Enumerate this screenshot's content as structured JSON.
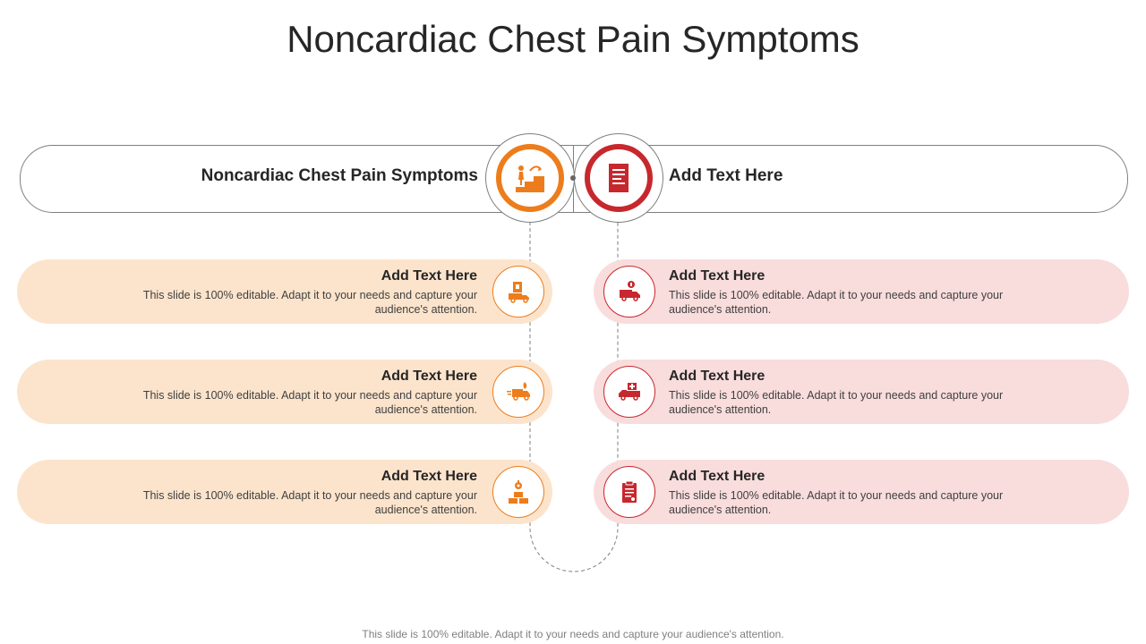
{
  "title": "Noncardiac Chest Pain Symptoms",
  "header": {
    "left_label": "Noncardiac Chest Pain Symptoms",
    "right_label": "Add Text Here",
    "left_icon": "stairs-progress-icon",
    "right_icon": "document-icon"
  },
  "left_items": [
    {
      "title": "Add Text Here",
      "desc": "This slide is 100% editable. Adapt it to your needs and capture your audience's attention.",
      "icon": "delivery-truck-box-icon"
    },
    {
      "title": "Add Text Here",
      "desc": "This slide is 100% editable. Adapt it to your needs and capture your audience's attention.",
      "icon": "fast-delivery-icon"
    },
    {
      "title": "Add Text Here",
      "desc": "This slide is 100% editable. Adapt it to your needs and capture your audience's attention.",
      "icon": "boxes-gear-icon"
    }
  ],
  "right_items": [
    {
      "title": "Add Text Here",
      "desc": "This slide is 100% editable. Adapt it to your needs and capture your audience's attention.",
      "icon": "money-truck-icon"
    },
    {
      "title": "Add Text Here",
      "desc": "This slide is 100% editable. Adapt it to your needs and capture your audience's attention.",
      "icon": "medical-truck-icon"
    },
    {
      "title": "Add Text Here",
      "desc": "This slide is 100% editable. Adapt it to your needs and capture your audience's attention.",
      "icon": "clipboard-checklist-icon"
    }
  ],
  "footer": "This slide is 100% editable. Adapt it to your needs and capture your audience's attention.",
  "colors": {
    "orange": "#ed7d1c",
    "red": "#c7282d",
    "left_fill": "#fce4cc",
    "right_fill": "#f9dcdc"
  }
}
